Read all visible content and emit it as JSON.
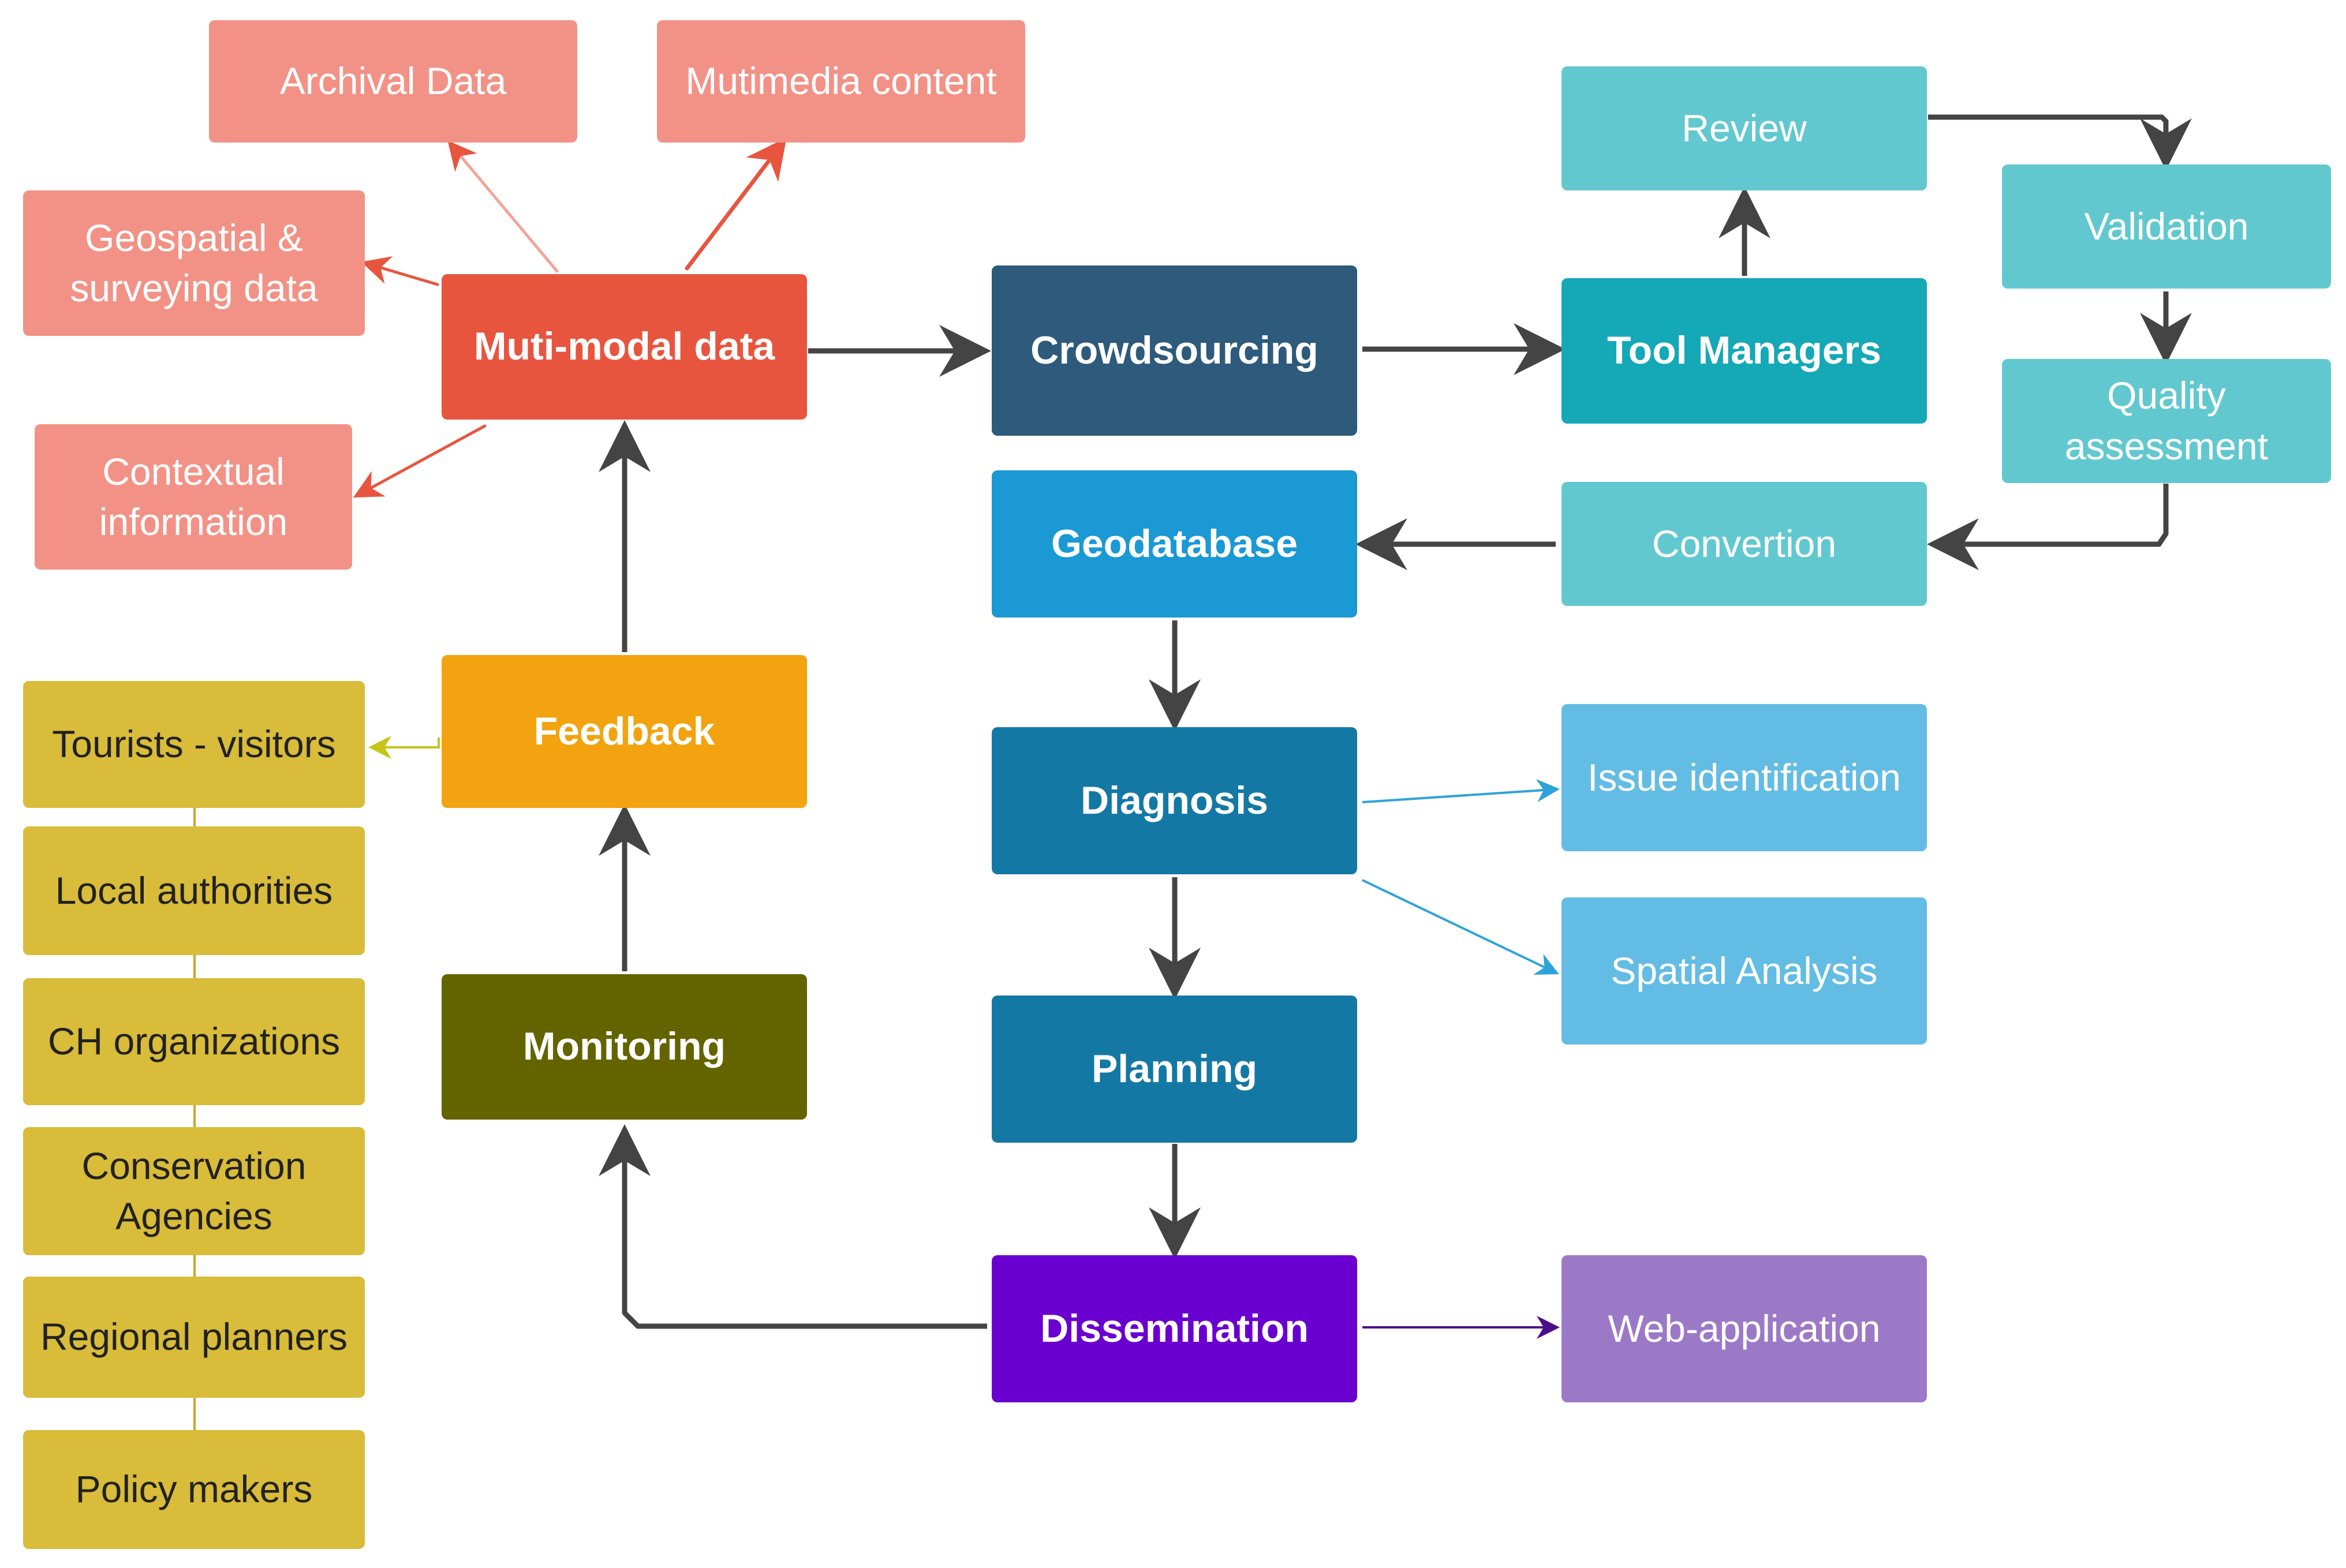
{
  "colors": {
    "salmon": "#F29286",
    "red": "#E8553F",
    "navy": "#2E5A7B",
    "teal": "#15A8B7",
    "light_teal": "#62C8CF",
    "sky": "#1A99D4",
    "blue": "#1478A4",
    "light_blue": "#63BCE3",
    "orange": "#F2A30F",
    "olive": "#636400",
    "purple": "#6A00CF",
    "lavender": "#9C79C7",
    "mustard": "#D8BC3A",
    "arrow": "#444444"
  },
  "nodes": {
    "archival_data": "Archival Data",
    "multimedia_content": "Mutimedia content",
    "geospatial": "Geospatial & surveying data",
    "multimodal": "Muti-modal data",
    "contextual": "Contextual information",
    "crowdsourcing": "Crowdsourcing",
    "tool_managers": "Tool Managers",
    "review": "Review",
    "validation": "Validation",
    "quality": "Quality assessment",
    "convertion": "Convertion",
    "geodatabase": "Geodatabase",
    "diagnosis": "Diagnosis",
    "issue": "Issue identification",
    "spatial": "Spatial Analysis",
    "planning": "Planning",
    "dissemination": "Dissemination",
    "webapp": "Web-application",
    "feedback": "Feedback",
    "monitoring": "Monitoring"
  },
  "stakeholders": [
    "Tourists - visitors",
    "Local authorities",
    "CH organizations",
    "Conservation Agencies",
    "Regional planners",
    "Policy makers"
  ]
}
